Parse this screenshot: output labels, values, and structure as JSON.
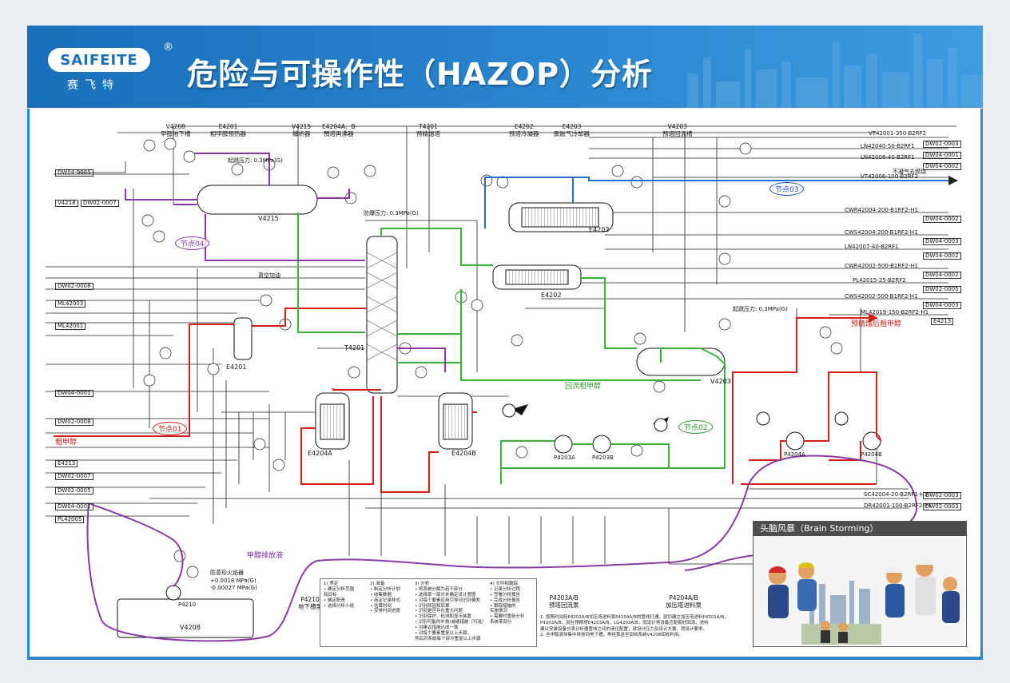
{
  "header": {
    "brand_en": "SAIFEITE",
    "brand_cn": "赛飞特",
    "reg_mark": "®",
    "title": "危险与可操作性（HAZOP）分析"
  },
  "equipment_top": [
    {
      "tag": "V4208",
      "desc": "甲醇地下槽"
    },
    {
      "tag": "E4201",
      "desc": "粗甲醇预热器"
    },
    {
      "tag": "V4215",
      "desc": "解析器"
    },
    {
      "tag": "E4204A、B",
      "desc": "預塔再沸器"
    },
    {
      "tag": "T4201",
      "desc": "预精馏塔"
    },
    {
      "tag": "E4202",
      "desc": "预塔冷凝器"
    },
    {
      "tag": "E4203",
      "desc": "膨胀气冷却器"
    },
    {
      "tag": "V4203",
      "desc": "预塔回流槽"
    }
  ],
  "equipment_bottom": [
    {
      "tag": "P4210",
      "desc": "地下槽泵"
    },
    {
      "tag": "P4203A/B",
      "desc": "预塔回流泵"
    },
    {
      "tag": "P4204A/B",
      "desc": "加压塔进料泵"
    }
  ],
  "inline_tags": [
    "V4215",
    "E4201",
    "T4201",
    "E4204A",
    "E4204B",
    "E4202",
    "E4203",
    "V4203",
    "P4203A",
    "P4203B",
    "P4204A",
    "P4204B",
    "V4208",
    "P4210"
  ],
  "nodes": [
    "节点01",
    "节点02",
    "节点03",
    "节点04"
  ],
  "flows": {
    "crude_methanol": "粗甲醇",
    "reflux": "回流粗甲醇",
    "to_pressure_tower": "预精馏后粗甲醇",
    "methanol_drain": "甲醇排放液"
  },
  "left_streams": [
    "DW04-0001",
    "V4218",
    "DW02-0007",
    "DW02-0008",
    "ML42003",
    "ML42001",
    "DW04-0001",
    "DW02-0008",
    "E4213",
    "DW02-0007",
    "DW02-0005",
    "DW04-0001",
    "PL42005"
  ],
  "right_streams": [
    {
      "line": "VT42001-350-B2RF2",
      "to": "DW02-0003"
    },
    {
      "line": "LN42040-50-B2RF1",
      "to": "DW04-0001"
    },
    {
      "line": "LN42006-40-B2RF1",
      "to": "DW04-0002"
    },
    {
      "line": "VT42006-100-B2RF2",
      "to": "不凝气去燃烧"
    },
    {
      "line": "CWR42004-200-B1RF2-H1",
      "to": "DW04-0002"
    },
    {
      "line": "CWS42004-200-B1RF2-H1",
      "to": "DW04-0003"
    },
    {
      "line": "LN42007-40-B2RF1",
      "to": "DW04-0002"
    },
    {
      "line": "CWR42002-500-B1RF2-H1",
      "to": "DW04-0002"
    },
    {
      "line": "PL42015-25-B2RF2",
      "to": "DW02-0005"
    },
    {
      "line": "CWS42002-500-B1RF2-H1",
      "to": "DW04-0003"
    },
    {
      "line": "ML42019-150-B2RF2-H1",
      "to": "E4213"
    },
    {
      "line": "SC42004-20-B2RF1-H3",
      "to": "DW02-0003"
    },
    {
      "line": "DR42001-100-B2RF2-P1",
      "to": "DW02-0003"
    }
  ],
  "pressure_notes": [
    "起跳压力: 0.3MPa(G)",
    "防爆压力: 0.3MPa(G)",
    "真空加油",
    "起跳压力: 0.3MPa(G)",
    "防意形火焰器",
    "+0.0018 MPa(G)",
    "-0.00027 MPa(G)"
  ],
  "brainstorm": {
    "title": "头脑风暴（Brain Storming）"
  },
  "notes_box": {
    "col1": [
      "1) 界定",
      "• 确定分析范围",
      "  和目标",
      "• 确定职责",
      "• 选择分析小组"
    ],
    "col2": [
      "2) 准备",
      "• 制定分析计划",
      "• 收集数据",
      "• 商定记录样式",
      "• 估算时间",
      "• 安排时间进度"
    ],
    "col3": [
      "3) 分析",
      "• 将系统分解为若干部分",
      "• 选择某一部分并确定设计意图",
      "• 对每个要素应用引导词识别偏差",
      "• 识别原因和后果",
      "• 识别是否存在重大问题",
      "• 识别保护、检测和显示装置",
      "• 识别可能的补救/减缓措施（可选）",
      "• 对建议措施达成一致",
      "• 对每个要素重复以上步骤，",
      "  然后对系统每个部分重复以上步骤"
    ],
    "col4": [
      "4) 文件和跟踪",
      "• 记录分析过程",
      "• 签署分析报告",
      "• 完成分析报告",
      "• 跟踪措施的",
      "  实施情况",
      "• 需要时重新分析",
      "  系统某部分"
    ]
  },
  "footnotes": [
    "1. 按照时间段P4203A/B加压塔进料泵P4204A/B的管线打通，就切建立加压塔进料P4201A/B，",
    "P4202A/B，就在预精塔E4203A/B，LG4203A/B，就设计将设备应配套好回流，进料",
    "建议安装设备仪表分析器管线之间的液位配置，就设计压力及设计方案，就设计要求。",
    "2. 含甲醇液体集中排放到地下槽，再经泵送至回收系统V4208回收利用。"
  ]
}
